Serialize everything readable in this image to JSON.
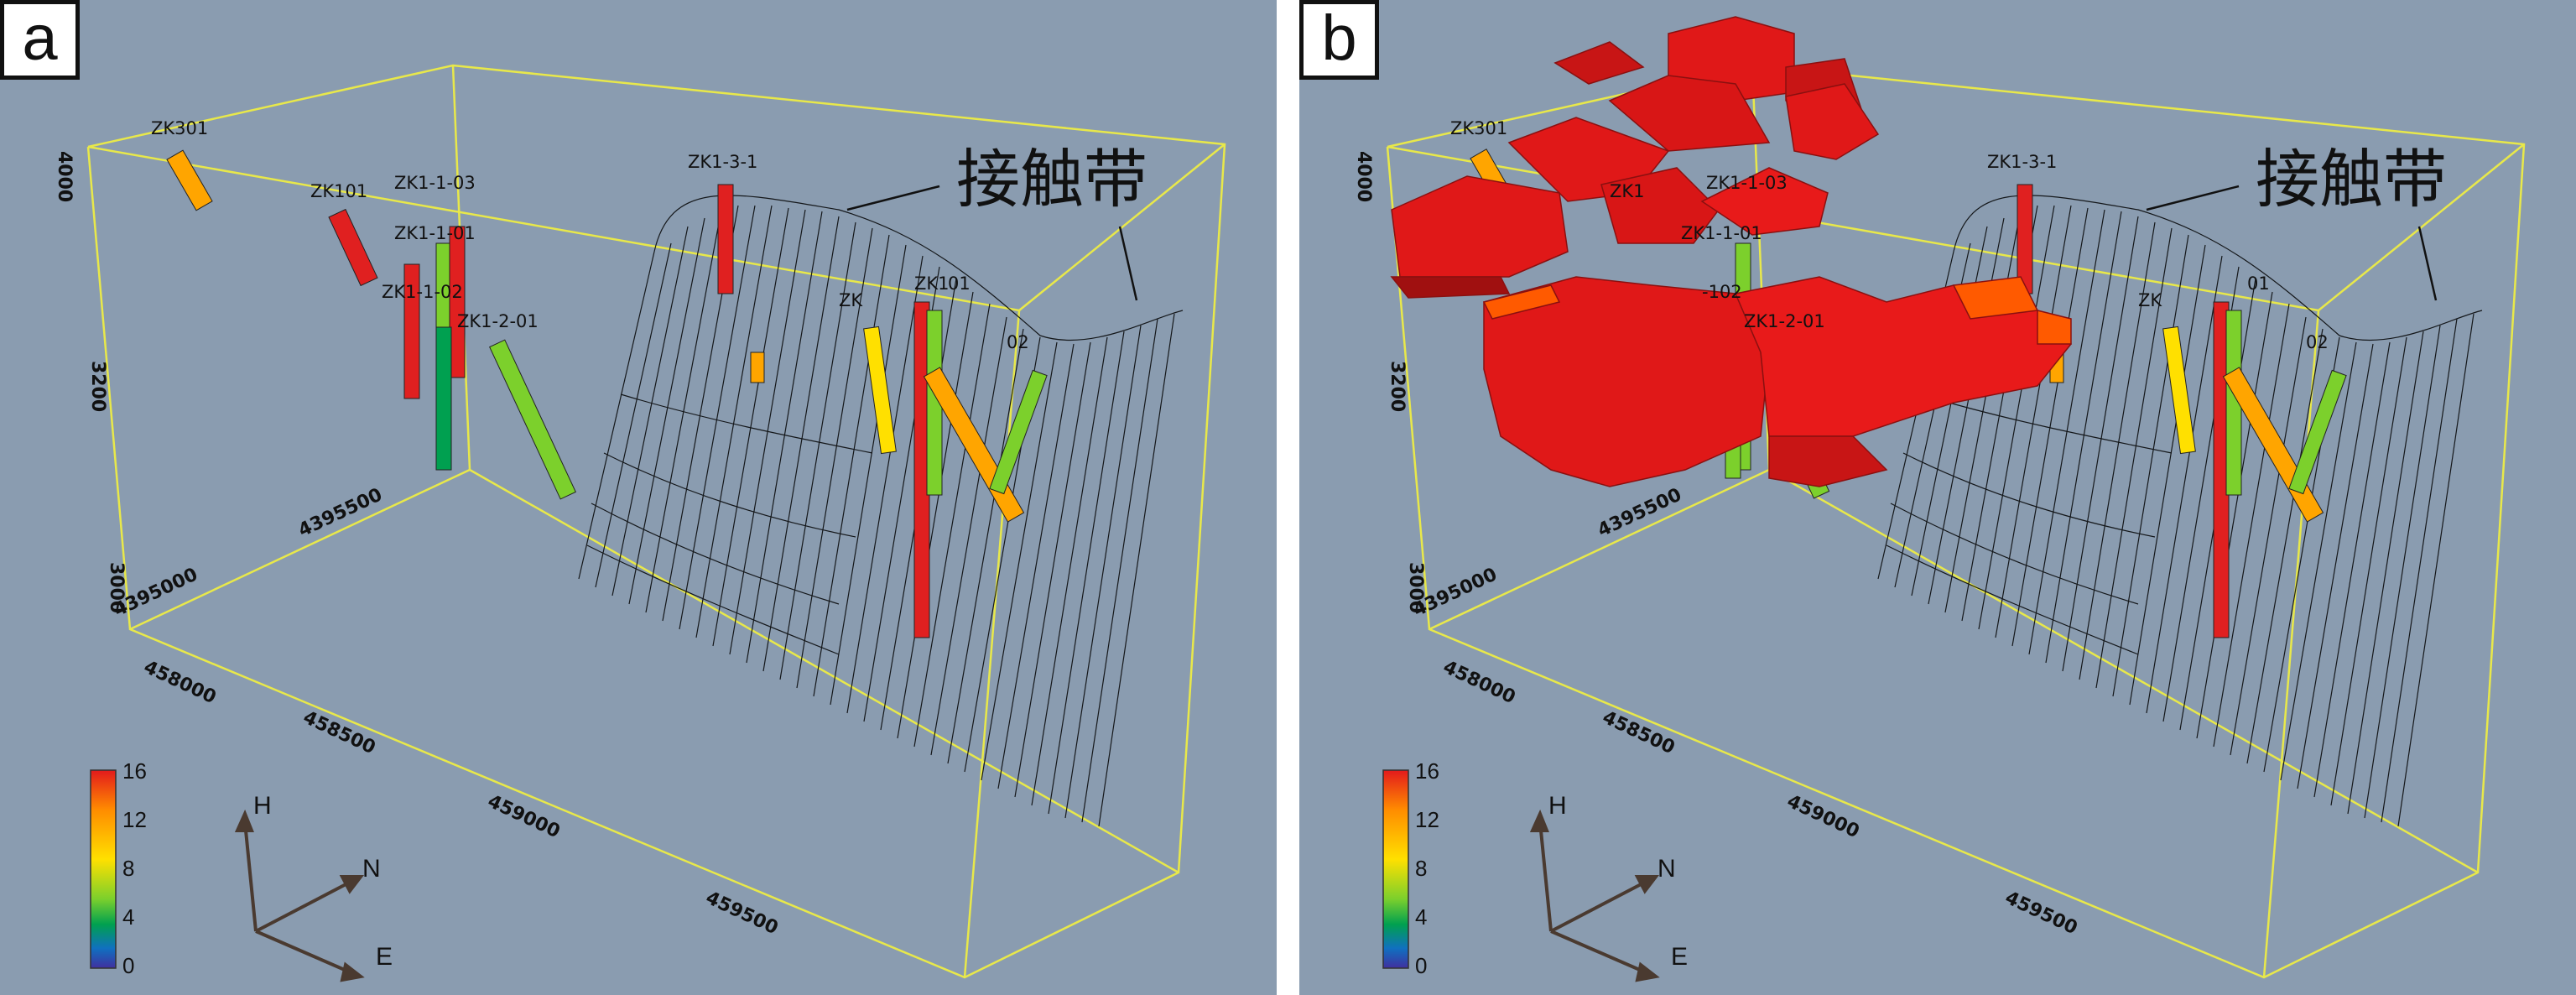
{
  "panels": [
    {
      "id": "a",
      "letter": "a",
      "show_ore_body": false,
      "drillholes": [
        "ZK301",
        "ZK101",
        "ZK1-1-03",
        "ZK1-1-01",
        "ZK1-1-02",
        "ZK1-2-01",
        "ZK1-3-1"
      ],
      "partial_labels": [
        "ZK1",
        "01",
        "ZK",
        "02"
      ]
    },
    {
      "id": "b",
      "letter": "b",
      "show_ore_body": true,
      "drillholes": [
        "ZK301",
        "ZK1-1-03",
        "ZK1-2-01",
        "ZK1-3-1"
      ],
      "partial_labels": [
        "ZK1",
        "ZK1-1-01",
        "ZK",
        "02",
        "-102",
        "01"
      ]
    }
  ],
  "contact_zone_label": "接触带",
  "axis_ticks": {
    "elevation": [
      "4000",
      "3200",
      "3000"
    ],
    "northing": [
      "4395500",
      "4395000"
    ],
    "easting": [
      "458000",
      "458500",
      "459000",
      "459500"
    ]
  },
  "colorbar": {
    "ticks": [
      "16",
      "12",
      "8",
      "4",
      "0"
    ],
    "colors": [
      "#e31a1c",
      "#ff8c00",
      "#ffe000",
      "#7cd02c",
      "#00a050",
      "#1070c0",
      "#4030a0"
    ]
  },
  "directions": {
    "up": "H",
    "north": "N",
    "east": "E"
  },
  "colors": {
    "background": "#8a9cb0",
    "box": "#e8e84a",
    "ore": "#e01818",
    "mesh": "#000000"
  }
}
